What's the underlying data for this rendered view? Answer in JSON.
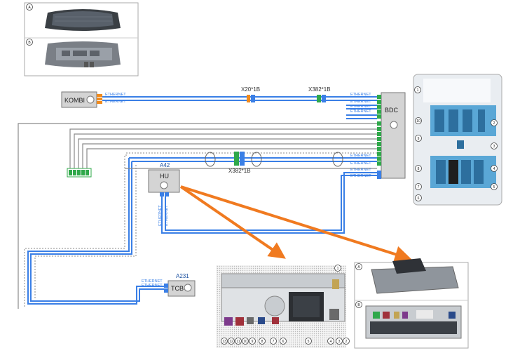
{
  "modules": {
    "kombi": "KOMBI",
    "bdc": "BDC",
    "hu_ref": "A42",
    "hu": "HU",
    "tcb_ref": "A231",
    "tcb": "TCB"
  },
  "connectors": {
    "x20": "X20*1B",
    "x382_top": "X382*1B",
    "x382_mid": "X382*1B"
  },
  "wire_label": "ETHERNET",
  "callouts": {
    "cluster_panel": [
      "A",
      "B"
    ],
    "bdc_photo": [
      "1",
      "2",
      "3",
      "4",
      "5",
      "6",
      "7",
      "8",
      "9",
      "10"
    ],
    "hu_photo_rear": [
      "1",
      "2",
      "3",
      "4",
      "5",
      "6",
      "7",
      "8",
      "9",
      "10",
      "11",
      "12",
      "13"
    ],
    "hu_photo_unit": [
      "A",
      "B"
    ]
  },
  "colors": {
    "ethernet_blue": "#3a7fe6",
    "pin_green": "#2fa84a",
    "pin_orange": "#f08a1c",
    "arrow_orange": "#f07a20",
    "module_gray": "#d4d4d4"
  }
}
